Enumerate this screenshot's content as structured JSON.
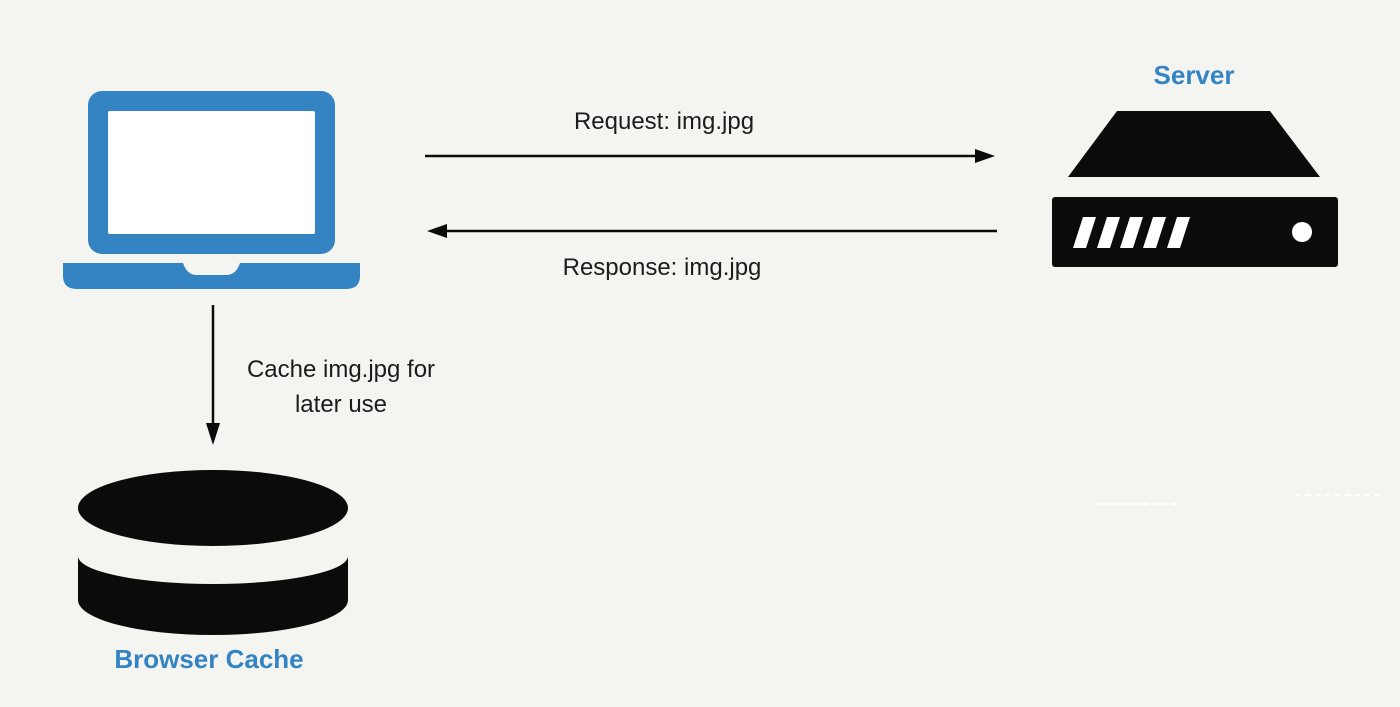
{
  "colors": {
    "background": "#f4f5f1",
    "accent": "#3484c4",
    "ink": "#0b0b0b",
    "label_text": "#1c1c1c"
  },
  "nodes": {
    "client": {
      "icon": "laptop-icon"
    },
    "server": {
      "label": "Server",
      "icon": "server-icon"
    },
    "browser_cache": {
      "label": "Browser Cache",
      "icon": "database-icon"
    }
  },
  "edges": {
    "request": {
      "label": "Request: img.jpg",
      "from": "client",
      "to": "server",
      "direction": "right"
    },
    "response": {
      "label": "Response: img.jpg",
      "from": "server",
      "to": "client",
      "direction": "left"
    },
    "cache": {
      "label": "Cache img.jpg for later use",
      "from": "client",
      "to": "browser_cache",
      "direction": "down"
    }
  }
}
